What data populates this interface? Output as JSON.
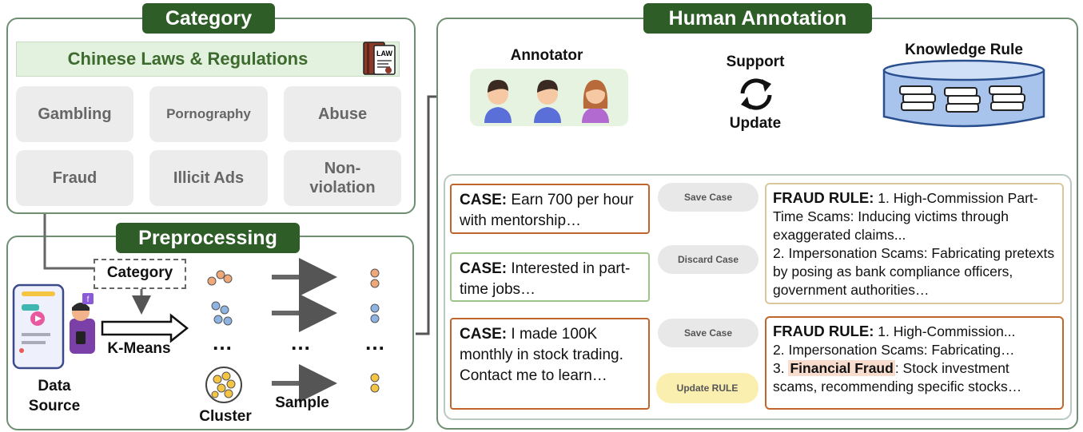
{
  "category": {
    "title": "Category",
    "laws_label": "Chinese Laws & Regulations",
    "law_book_text": "LAW",
    "items": [
      "Gambling",
      "Pornography",
      "Abuse",
      "Fraud",
      "Illicit Ads",
      "Non-violation"
    ]
  },
  "preprocessing": {
    "title": "Preprocessing",
    "category_label": "Category",
    "kmeans_label": "K-Means",
    "data_source_label": "Data Source",
    "cluster_label": "Cluster",
    "sample_label": "Sample",
    "ellipsis": "…"
  },
  "human_annotation": {
    "title": "Human Annotation",
    "annotator_label": "Annotator",
    "knowledge_rule_label": "Knowledge Rule",
    "support_label": "Support",
    "update_label": "Update",
    "cases": [
      {
        "prefix": "CASE:",
        "text": "Earn 700 per hour with mentorship…",
        "action": "Save Case"
      },
      {
        "prefix": "CASE:",
        "text": "Interested in part-time jobs…",
        "action": "Discard Case"
      },
      {
        "prefix": "CASE:",
        "text": "I made 100K monthly in stock trading. Contact me to learn…",
        "action": "Save Case"
      }
    ],
    "update_rule_label": "Update RULE",
    "rule1": {
      "prefix": "FRAUD RULE:",
      "line1": "1. High-Commission Part-Time Scams: Inducing victims through exaggerated claims...",
      "line2": "2. Impersonation Scams: Fabricating pretexts by posing as bank compliance officers, government authorities…"
    },
    "rule2": {
      "prefix": "FRAUD RULE:",
      "line1": "1. High-Commission...",
      "line2": "2. Impersonation Scams: Fabricating…",
      "line3_num": "3.",
      "line3_highlight": "Financial Fraud",
      "line3_rest": ": Stock investment scams, recommending specific stocks…"
    }
  },
  "colors": {
    "dark_green": "#2e5d27",
    "panel_border": "#6f8f72",
    "case_orange": "#c0652b",
    "case_green": "#9cc488",
    "rule_tan": "#d8c79a",
    "navy": "#1c2a55",
    "arrow_blue": "#8ba8d6",
    "arrow_peach": "#f2c39a",
    "highlight": "#f8dccd"
  }
}
